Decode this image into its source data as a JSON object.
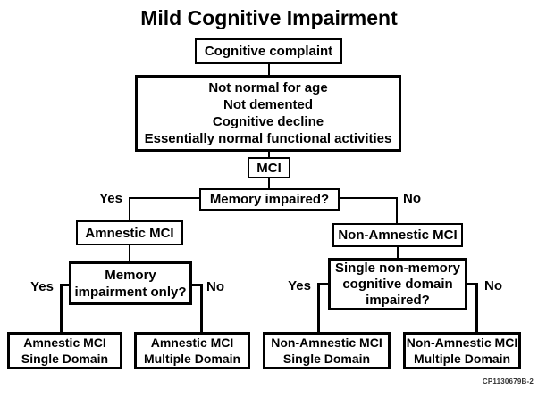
{
  "title": "Mild Cognitive Impairment",
  "figure_code": "CP1130679B-2",
  "labels": {
    "yes": "Yes",
    "no": "No"
  },
  "nodes": {
    "cognitive_complaint": {
      "label": "Cognitive complaint"
    },
    "criteria": {
      "lines": [
        "Not normal for age",
        "Not demented",
        "Cognitive decline",
        "Essentially normal functional activities"
      ]
    },
    "mci": {
      "label": "MCI"
    },
    "memory_impaired": {
      "label": "Memory impaired?"
    },
    "amnestic_mci": {
      "label": "Amnestic MCI"
    },
    "non_amnestic_mci": {
      "label": "Non-Amnestic MCI"
    },
    "memory_impairment_only": {
      "lines": [
        "Memory",
        "impairment only?"
      ]
    },
    "single_non_memory": {
      "lines": [
        "Single non-memory",
        "cognitive domain",
        "impaired?"
      ]
    },
    "amnestic_single": {
      "lines": [
        "Amnestic MCI",
        "Single Domain"
      ]
    },
    "amnestic_multiple": {
      "lines": [
        "Amnestic MCI",
        "Multiple Domain"
      ]
    },
    "non_amnestic_single": {
      "lines": [
        "Non-Amnestic MCI",
        "Single Domain"
      ]
    },
    "non_amnestic_multiple": {
      "lines": [
        "Non-Amnestic MCI",
        "Multiple Domain"
      ]
    }
  }
}
